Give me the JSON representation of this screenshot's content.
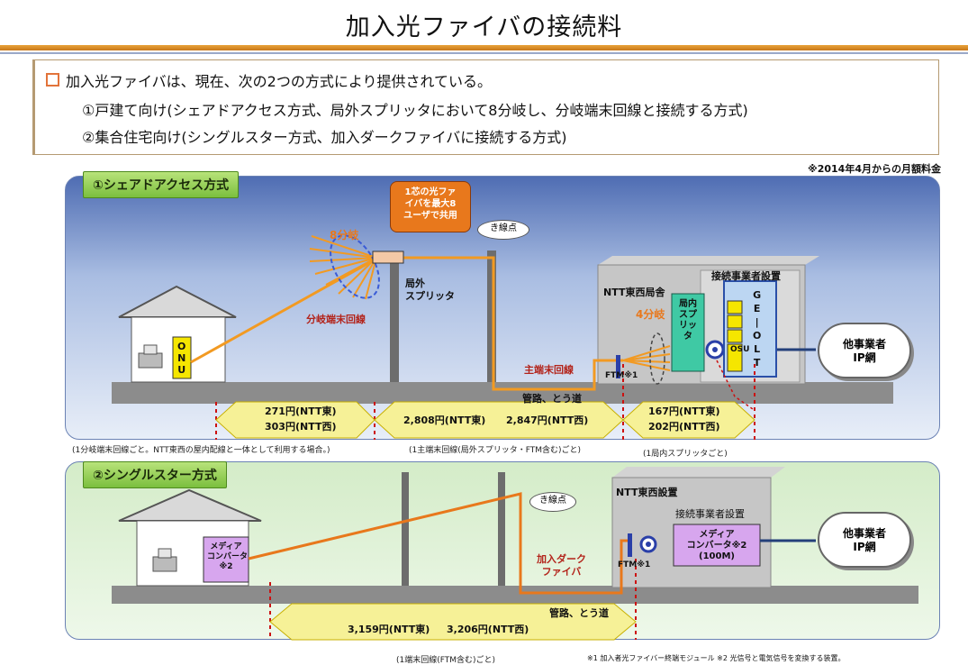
{
  "title": "加入光ファイバの接続料",
  "intro": {
    "line1": "加入光ファイバは、現在、次の2つの方式により提供されている。",
    "line2": "①戸建て向け(シェアドアクセス方式、局外スプリッタにおいて8分岐し、分岐端末回線と接続する方式)",
    "line3": "②集合住宅向け(シングルスター方式、加入ダークファイバに接続する方式)"
  },
  "note_top": "※2014年4月からの月額料金",
  "share": {
    "label": "①シェアドアクセス方式",
    "callout": [
      "1芯の光ファ",
      "イバを最大8",
      "ユーザで共用"
    ],
    "kisen": "き線点",
    "branch8": "8分岐",
    "splitter": [
      "局外",
      "スプリッタ"
    ],
    "branch_line": "分岐端末回線",
    "onu": [
      "O",
      "N",
      "U"
    ],
    "ntt_office": "NTT東西局舎",
    "operator": "接続事業者設置",
    "branch4": "4分岐",
    "inner_splitter": "局内スプリッタ",
    "osu": "OSU",
    "gepon": [
      "G",
      "E",
      "|",
      "O",
      "L",
      "T"
    ],
    "main_line": "主端末回線",
    "ftm": "FTM※1",
    "duct": "管路、とう道",
    "ip": [
      "他事業者",
      "IP網"
    ],
    "prices": {
      "a1": "271円(NTT東)",
      "a2": "303円(NTT西)",
      "b1": "2,808円(NTT東)",
      "b2": "2,847円(NTT西)",
      "c1": "167円(NTT東)",
      "c2": "202円(NTT西)"
    },
    "captions": {
      "a": "(1分岐端末回線ごと。NTT東西の屋内配線と一体として利用する場合。)",
      "b": "(1主端末回線(局外スプリッタ・FTM含む)ごと)",
      "c": "(1局内スプリッタごと)"
    }
  },
  "single": {
    "label": "②シングルスター方式",
    "kisen": "き線点",
    "media_home": [
      "メディア",
      "コンバータ",
      "※2"
    ],
    "ntt_equipment": "NTT東西設置",
    "operator": "接続事業者設置",
    "media_office": [
      "メディア",
      "コンバータ※2",
      "(100M)"
    ],
    "dark_fiber": [
      "加入ダーク",
      "ファイバ"
    ],
    "ftm": "FTM※1",
    "duct": "管路、とう道",
    "ip": [
      "他事業者",
      "IP網"
    ],
    "price1": "3,159円(NTT東)",
    "price2": "3,206円(NTT西)",
    "caption": "(1端末回線(FTM含む)ごと)"
  },
  "footnote": "※1 加入者光ファイバー終端モジュール ※2 光信号と電気信号を変換する装置。",
  "colors": {
    "fiber": "#f29a22",
    "accent_red": "#b3231a",
    "title_rule": "#e9a23a",
    "price_arrow": "#f6f197"
  }
}
